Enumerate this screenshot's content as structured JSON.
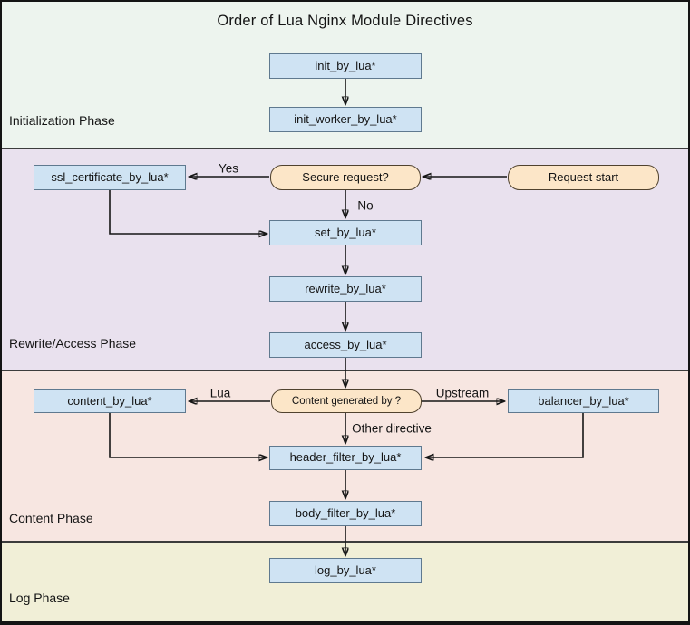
{
  "title": "Order of Lua Nginx Module Directives",
  "phases": [
    {
      "id": "initialization",
      "label": "Initialization Phase",
      "bg": "#edf4ee"
    },
    {
      "id": "rewrite_access",
      "label": "Rewrite/Access Phase",
      "bg": "#e9e1ee"
    },
    {
      "id": "content",
      "label": "Content Phase",
      "bg": "#f7e6e1"
    },
    {
      "id": "log",
      "label": "Log Phase",
      "bg": "#f1efd7"
    }
  ],
  "nodes": [
    {
      "id": "init_by_lua",
      "label": "init_by_lua*",
      "type": "directive",
      "phase": "initialization"
    },
    {
      "id": "init_worker_by_lua",
      "label": "init_worker_by_lua*",
      "type": "directive",
      "phase": "initialization"
    },
    {
      "id": "ssl_certificate_by_lua",
      "label": "ssl_certificate_by_lua*",
      "type": "directive",
      "phase": "rewrite_access"
    },
    {
      "id": "secure_request",
      "label": "Secure request?",
      "type": "decision",
      "phase": "rewrite_access"
    },
    {
      "id": "request_start",
      "label": "Request start",
      "type": "decision",
      "phase": "rewrite_access"
    },
    {
      "id": "set_by_lua",
      "label": "set_by_lua*",
      "type": "directive",
      "phase": "rewrite_access"
    },
    {
      "id": "rewrite_by_lua",
      "label": "rewrite_by_lua*",
      "type": "directive",
      "phase": "rewrite_access"
    },
    {
      "id": "access_by_lua",
      "label": "access_by_lua*",
      "type": "directive",
      "phase": "rewrite_access"
    },
    {
      "id": "content_by_lua",
      "label": "content_by_lua*",
      "type": "directive",
      "phase": "content"
    },
    {
      "id": "content_generated_by",
      "label": "Content generated by ?",
      "type": "decision",
      "phase": "content"
    },
    {
      "id": "balancer_by_lua",
      "label": "balancer_by_lua*",
      "type": "directive",
      "phase": "content"
    },
    {
      "id": "header_filter_by_lua",
      "label": "header_filter_by_lua*",
      "type": "directive",
      "phase": "content"
    },
    {
      "id": "body_filter_by_lua",
      "label": "body_filter_by_lua*",
      "type": "directive",
      "phase": "content"
    },
    {
      "id": "log_by_lua",
      "label": "log_by_lua*",
      "type": "directive",
      "phase": "log"
    }
  ],
  "edges": [
    {
      "from": "init_by_lua",
      "to": "init_worker_by_lua",
      "label": ""
    },
    {
      "from": "request_start",
      "to": "secure_request",
      "label": ""
    },
    {
      "from": "secure_request",
      "to": "ssl_certificate_by_lua",
      "label": "Yes"
    },
    {
      "from": "secure_request",
      "to": "set_by_lua",
      "label": "No"
    },
    {
      "from": "ssl_certificate_by_lua",
      "to": "set_by_lua",
      "label": ""
    },
    {
      "from": "set_by_lua",
      "to": "rewrite_by_lua",
      "label": ""
    },
    {
      "from": "rewrite_by_lua",
      "to": "access_by_lua",
      "label": ""
    },
    {
      "from": "access_by_lua",
      "to": "content_generated_by",
      "label": ""
    },
    {
      "from": "content_generated_by",
      "to": "content_by_lua",
      "label": "Lua"
    },
    {
      "from": "content_generated_by",
      "to": "balancer_by_lua",
      "label": "Upstream"
    },
    {
      "from": "content_generated_by",
      "to": "header_filter_by_lua",
      "label": "Other directive"
    },
    {
      "from": "content_by_lua",
      "to": "header_filter_by_lua",
      "label": ""
    },
    {
      "from": "balancer_by_lua",
      "to": "header_filter_by_lua",
      "label": ""
    },
    {
      "from": "header_filter_by_lua",
      "to": "body_filter_by_lua",
      "label": ""
    },
    {
      "from": "body_filter_by_lua",
      "to": "log_by_lua",
      "label": ""
    }
  ],
  "colors": {
    "directive_box_fill": "#cfe3f3",
    "directive_box_border": "#5f798f",
    "decision_box_fill": "#fce6c8",
    "decision_box_border": "#50422e",
    "phase_initialization_bg": "#edf4ee",
    "phase_rewrite_access_bg": "#e9e1ee",
    "phase_content_bg": "#f7e6e1",
    "phase_log_bg": "#f1efd7",
    "arrow": "#161616",
    "frame_border": "#141414"
  }
}
